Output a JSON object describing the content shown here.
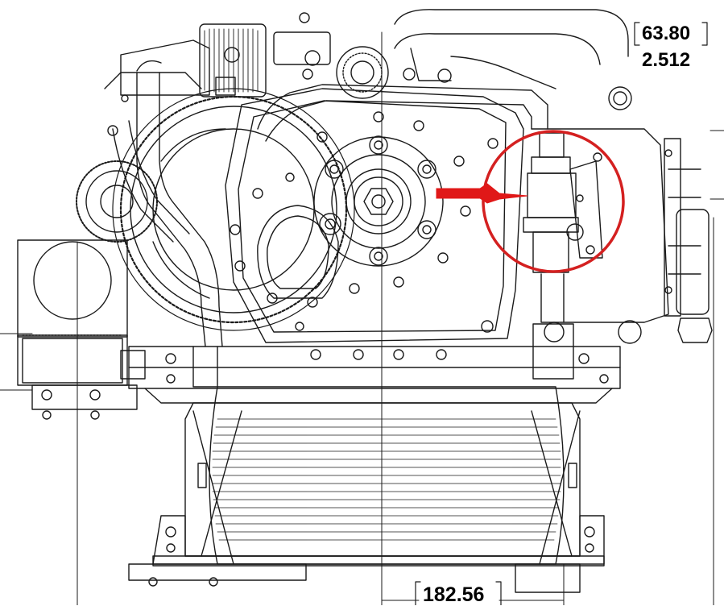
{
  "dimensions": {
    "top_right_primary": "63.80",
    "top_right_secondary": "2.512",
    "bottom_primary": "182.56"
  },
  "callout": {
    "circle_color": "#d42020",
    "arrow_color": "#e01818"
  },
  "line_color": "#1a1a1a",
  "background_color": "#ffffff"
}
